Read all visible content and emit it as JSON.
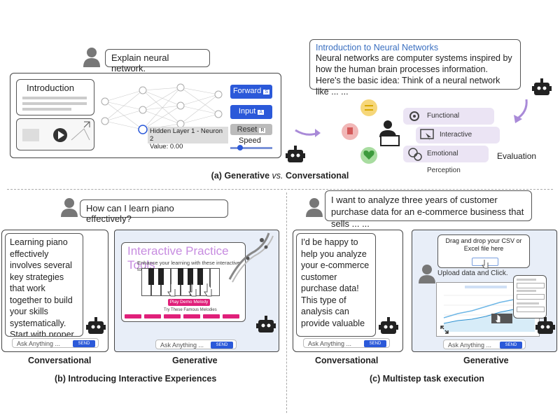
{
  "top": {
    "user_prompt": "Explain neural network.",
    "intro_label": "Introduction",
    "nn_tooltip_line1": "Hidden Layer 1 - Neuron 2",
    "nn_tooltip_line2": "Value: 0.00",
    "buttons": {
      "forward": "Forward",
      "input": "Input",
      "reset": "Reset",
      "speed": "Speed",
      "forward_key": "S",
      "input_key": "A",
      "reset_key": "R"
    },
    "response_title": "Introduction to Neural Networks",
    "response_body": "Neural networks are computer systems inspired by how the human brain processes information. Here's the basic idea: Think of a neural network like ... ...",
    "perceptions": [
      "Functional Perception",
      "Interactive Perception",
      "Emotional Perception"
    ],
    "evaluation": "Evaluation",
    "caption_a": "Generative",
    "caption_vs": "vs.",
    "caption_b": "Conversational",
    "caption_prefix": "(a)"
  },
  "left": {
    "user_prompt": "How can I learn piano effectively?",
    "chat_text": "Learning piano effectively involves several key strategies that work together to build your skills systematically. Start with proper",
    "tool_title": "Interactive Practice Tools",
    "tool_subtitle": "Enhance your learning with these interactive tools",
    "play_demo": "Play Demo Melody",
    "try_melodies": "Try These Famous Melodies",
    "ask_placeholder": "Ask Anything ...",
    "send": "SEND",
    "label_conv": "Conversational",
    "label_gen": "Generative",
    "caption": "(b) Introducing Interactive Experiences"
  },
  "right": {
    "user_prompt": "I want to analyze three years of customer purchase data  for an e-commerce business that sells ... ...",
    "chat_text": "I'd be happy to help you analyze your e-commerce customer purchase data! This type of analysis can provide valuable",
    "drop_text": "Drag and drop your CSV or Excel file here",
    "upload_text": "Upload data and Click.",
    "ask_placeholder": "Ask Anything ...",
    "send": "SEND",
    "label_conv": "Conversational",
    "label_gen": "Generative",
    "caption": "(c) Multistep task execution"
  },
  "colors": {
    "accent_blue": "#2b59d9",
    "pill_purple": "#ebe4f4",
    "arrow_purple": "#a98ad8",
    "title_blue": "#3a6fc0",
    "pink": "#e0207a"
  }
}
